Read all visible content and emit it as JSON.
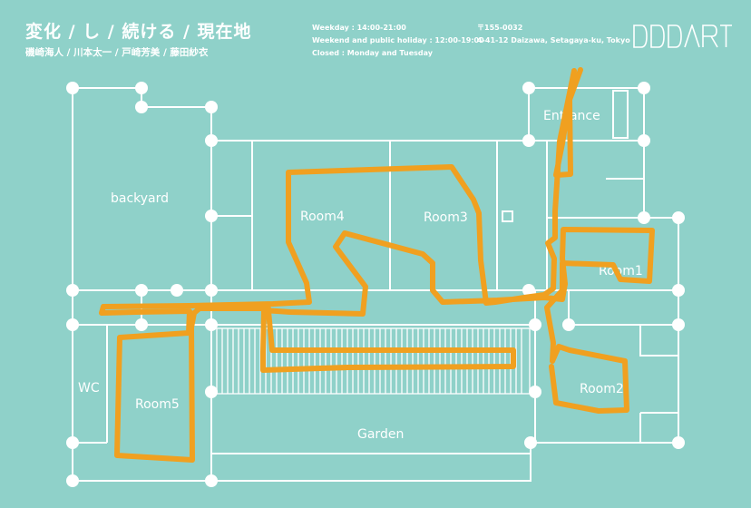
{
  "header": {
    "title": "変化 / し / 続ける / 現在地",
    "artists": "磯崎海人 / 川本太一 / 戸崎芳美 / 藤田紗衣"
  },
  "info": {
    "weekday": "Weekday : 14:00-21:00",
    "weekend": "Weekend and public holiday : 12:00-19:00",
    "closed": "Closed : Monday and Tuesday",
    "postal": "〒155-0032",
    "address": "4-41-12 Daizawa, Setagaya-ku, Tokyo"
  },
  "logo": {
    "text": "DDDART"
  },
  "rooms": {
    "backyard": "backyard",
    "room4": "Room4",
    "room3": "Room3",
    "entrance": "Entrance",
    "room1": "Room1",
    "wc": "WC",
    "room5": "Room5",
    "room2": "Room2",
    "garden": "Garden"
  },
  "colors": {
    "background": "#8fd1c9",
    "walls": "#ffffff",
    "path": "#f0a020"
  }
}
